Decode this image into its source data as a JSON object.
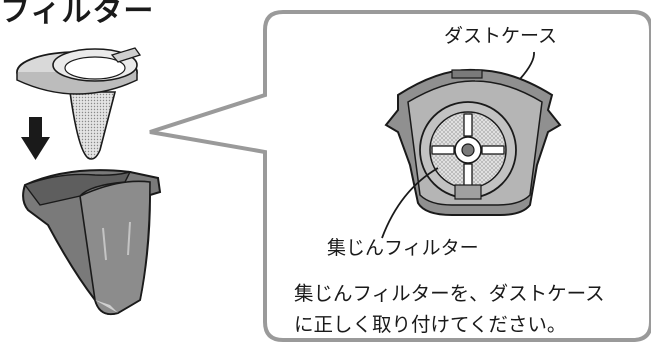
{
  "heading": "フィルター",
  "labels": {
    "dust_case": "ダストケース",
    "filter": "集じんフィルター"
  },
  "note": {
    "line1": "集じんフィルターを、ダストケース",
    "line2": "に正しく取り付けてください。"
  },
  "icons": {
    "arrow": "down-arrow-icon"
  },
  "colors": {
    "outline": "#1a1a1a",
    "case_dark": "#6f6f6f",
    "case_mid": "#9a9a9a",
    "case_light": "#c8c8c8",
    "mesh": "#d6d6d6",
    "callout_border": "#9a9a9a"
  }
}
